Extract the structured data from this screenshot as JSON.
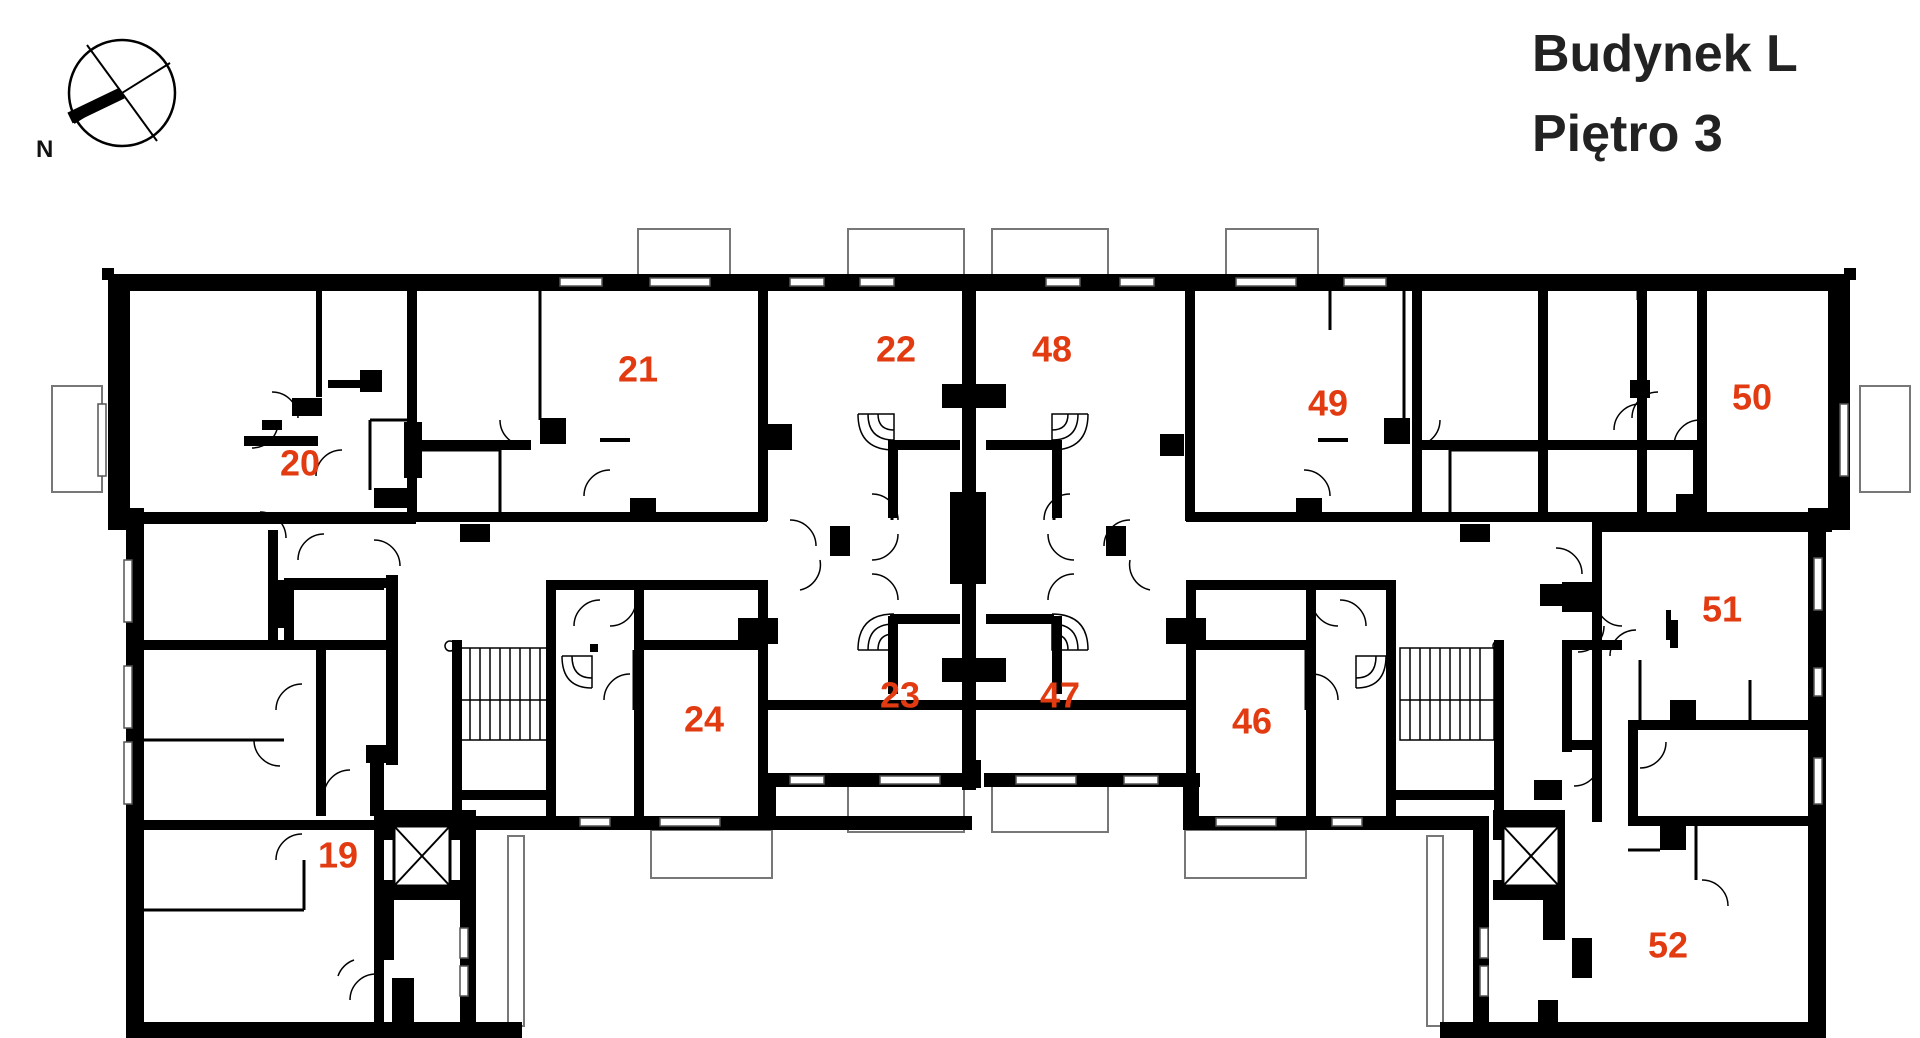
{
  "header": {
    "building": "Budynek L",
    "floor": "Piętro 3"
  },
  "compass": {
    "label": "N"
  },
  "colors": {
    "unit_label": "#e23b12",
    "wall": "#000000",
    "title": "#222222"
  },
  "units": [
    {
      "id": "19",
      "label": "19"
    },
    {
      "id": "20",
      "label": "20"
    },
    {
      "id": "21",
      "label": "21"
    },
    {
      "id": "22",
      "label": "22"
    },
    {
      "id": "23",
      "label": "23"
    },
    {
      "id": "24",
      "label": "24"
    },
    {
      "id": "46",
      "label": "46"
    },
    {
      "id": "47",
      "label": "47"
    },
    {
      "id": "48",
      "label": "48"
    },
    {
      "id": "49",
      "label": "49"
    },
    {
      "id": "50",
      "label": "50"
    },
    {
      "id": "51",
      "label": "51"
    },
    {
      "id": "52",
      "label": "52"
    }
  ]
}
